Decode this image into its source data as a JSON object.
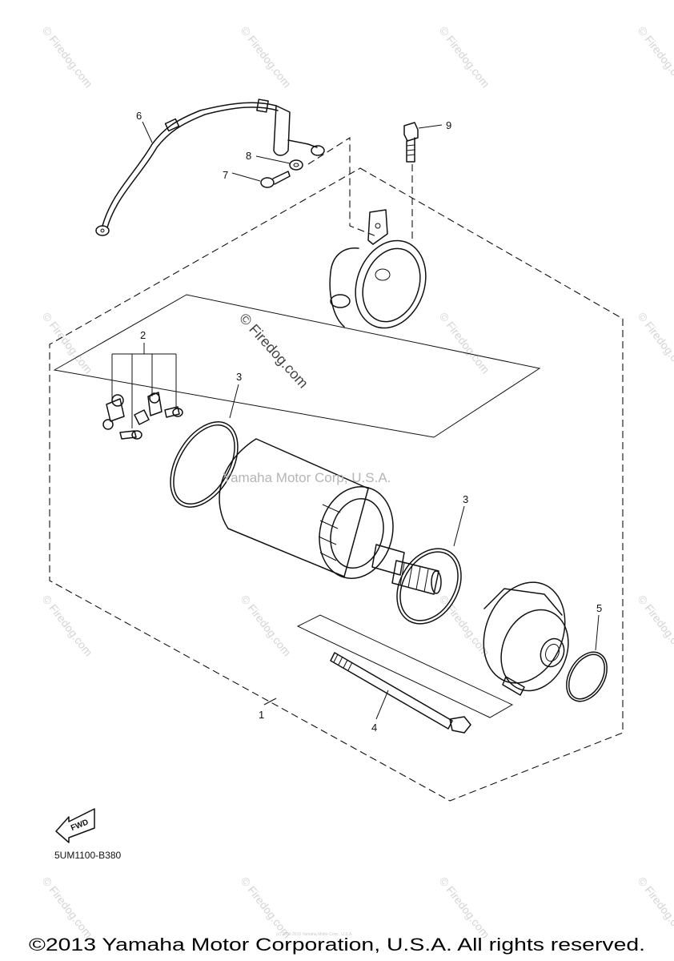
{
  "callouts": [
    {
      "id": "1",
      "text": "1"
    },
    {
      "id": "2",
      "text": "2"
    },
    {
      "id": "3a",
      "text": "3"
    },
    {
      "id": "3b",
      "text": "3"
    },
    {
      "id": "4",
      "text": "4"
    },
    {
      "id": "5",
      "text": "5"
    },
    {
      "id": "6",
      "text": "6"
    },
    {
      "id": "7",
      "text": "7"
    },
    {
      "id": "8",
      "text": "8"
    },
    {
      "id": "9",
      "text": "9"
    }
  ],
  "watermark": {
    "corner_text": "© Firedog.com",
    "center_text": "© Firedog.com",
    "yamaha_overlay": "Yamaha Motor Corp, U.S.A."
  },
  "fwd_label": "FWD",
  "diagram_code": "5UM1100-B380",
  "footer": {
    "tiny_text": "(c) 2000-2015 Yamaha Motor Corp., U.S.A.",
    "copyright": "©2013 Yamaha Motor Corporation, U.S.A. All rights reserved."
  }
}
